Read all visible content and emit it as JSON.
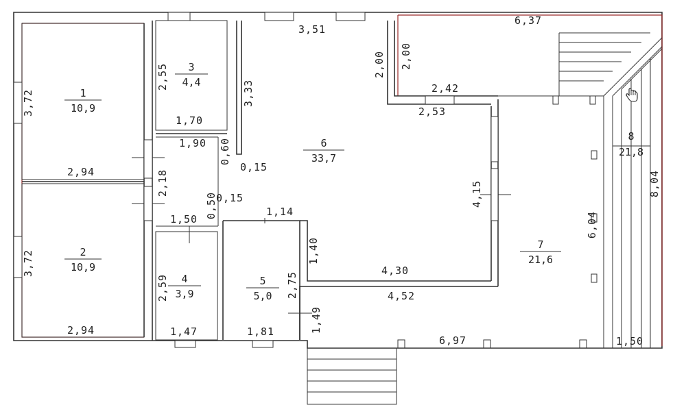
{
  "rooms": [
    {
      "number": "1",
      "area": "10,9"
    },
    {
      "number": "2",
      "area": "10,9"
    },
    {
      "number": "3",
      "area": "4,4"
    },
    {
      "number": "4",
      "area": "3,9"
    },
    {
      "number": "5",
      "area": "5,0"
    },
    {
      "number": "6",
      "area": "33,7"
    },
    {
      "number": "7",
      "area": "21,6"
    },
    {
      "number": "8",
      "area": "21,8"
    }
  ],
  "dimensions": {
    "top_middle": "3,51",
    "top_right": "6,37",
    "room3_height": "2,55",
    "room3_width": "1,70",
    "wall_333": "3,33",
    "wall_200_a": "2,00",
    "wall_200_b": "2,00",
    "wall_242": "2,42",
    "wall_253": "2,53",
    "room1_height": "3,72",
    "room2_height": "3,72",
    "room1_width": "2,94",
    "room2_width": "2,94",
    "hall_190": "1,90",
    "wall_060": "0,60",
    "wall_015_a": "0,15",
    "wall_015_b": "0,15",
    "wall_218": "2,18",
    "wall_050": "0,50",
    "wall_150": "1,50",
    "wall_114": "1,14",
    "wall_140": "1,40",
    "wall_415": "4,15",
    "wall_430": "4,30",
    "wall_452": "4,52",
    "room4_height": "2,59",
    "room4_width": "1,47",
    "room5_height": "2,75",
    "room5_width": "1,81",
    "wall_149": "1,49",
    "bottom_697": "6,97",
    "terrace_150": "1,50",
    "room7_height": "6,04",
    "terrace_804": "8,04"
  },
  "colors": {
    "wall": "#333333",
    "accent_red": "#9a2a2a"
  },
  "icons": {
    "cursor": "hand-cursor-icon"
  }
}
